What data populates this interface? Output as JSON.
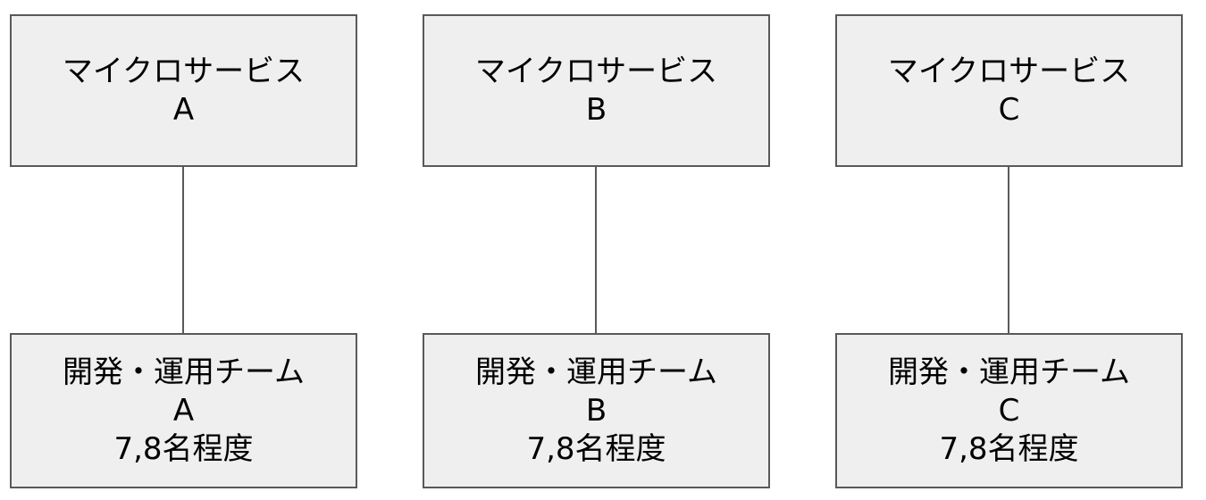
{
  "services": [
    {
      "title": "マイクロサービス",
      "id": "A"
    },
    {
      "title": "マイクロサービス",
      "id": "B"
    },
    {
      "title": "マイクロサービス",
      "id": "C"
    }
  ],
  "teams": [
    {
      "title": "開発・運用チーム",
      "id": "A",
      "size": "7,8名程度"
    },
    {
      "title": "開発・運用チーム",
      "id": "B",
      "size": "7,8名程度"
    },
    {
      "title": "開発・運用チーム",
      "id": "C",
      "size": "7,8名程度"
    }
  ]
}
